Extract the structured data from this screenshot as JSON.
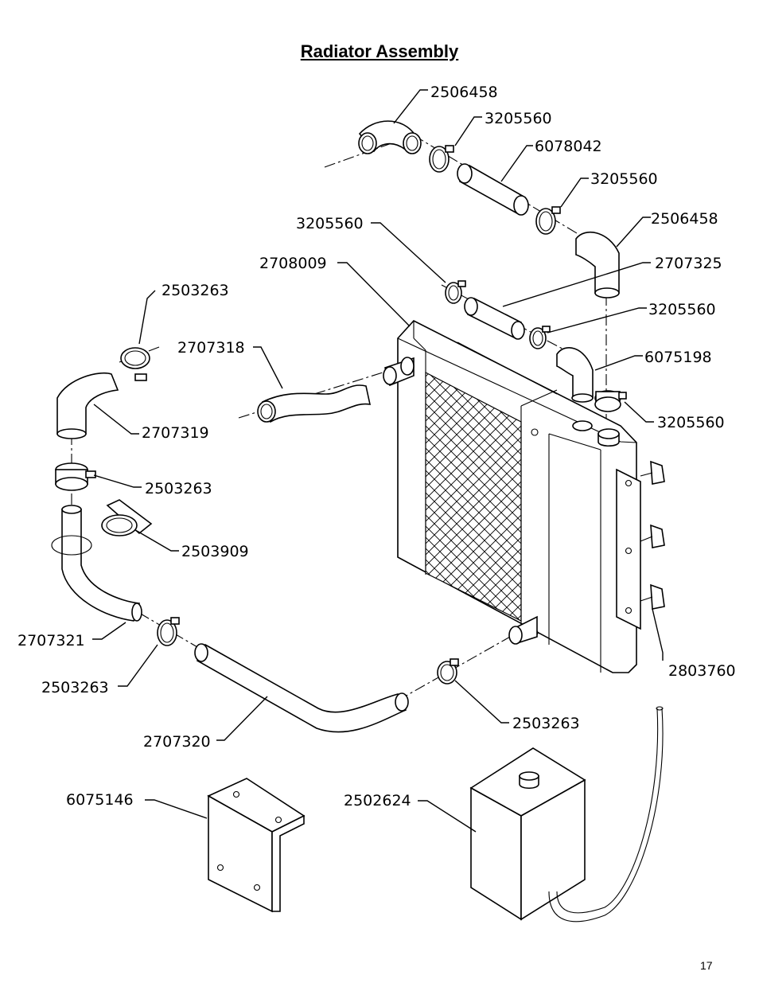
{
  "title": "Radiator Assembly",
  "page_number": "17",
  "labels": {
    "elbow_top": "2506458",
    "clamp_top_1": "3205560",
    "hose_top": "6078042",
    "clamp_top_2": "3205560",
    "elbow_right": "2506458",
    "clamp_mid_left": "3205560",
    "hose_short": "2707325",
    "radiator": "2708009",
    "clamp_mid_right": "3205560",
    "hose_elbow_small": "6075198",
    "clamp_neck": "3205560",
    "clamp_upper_left": "2503263",
    "upper_hose": "2707318",
    "elbow_left": "2707319",
    "clamp_left": "2503263",
    "bracket_clamp": "2503909",
    "pipe_left": "2707321",
    "clamp_lower_left": "2503263",
    "mounts": "2803760",
    "lower_hose": "2707320",
    "clamp_lower_right": "2503263",
    "bracket": "6075146",
    "overflow_tank": "2502624"
  }
}
